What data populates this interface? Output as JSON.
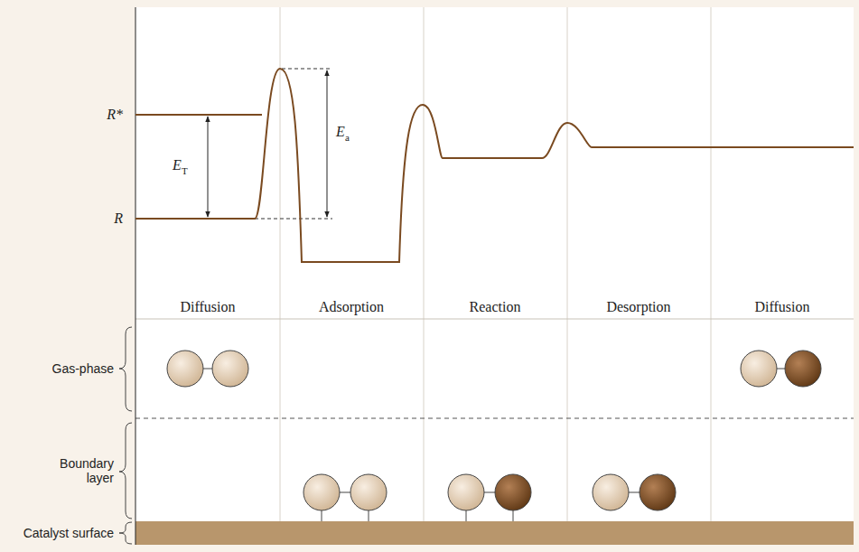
{
  "diagram": {
    "labels": [
      "R*",
      "R",
      "E",
      "T",
      "E",
      "a",
      "Diffusion",
      "Adsorption",
      "Reaction",
      "Desorption",
      "Diffusion",
      "Gas-phase",
      "Boundary layer",
      "Catalyst surface"
    ]
  }
}
